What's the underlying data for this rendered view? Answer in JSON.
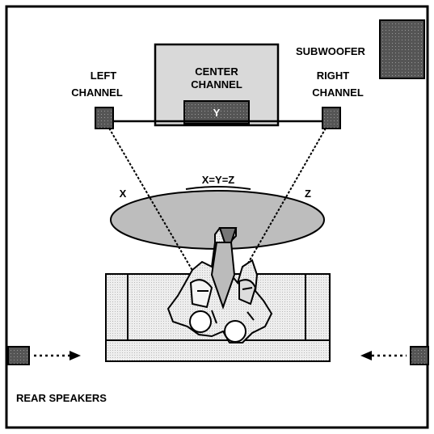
{
  "labels": {
    "center_line1": "CENTER",
    "center_line2": "CHANNEL",
    "center_speaker": "Y",
    "left_line1": "LEFT",
    "left_line2": "CHANNEL",
    "right_line1": "RIGHT",
    "right_line2": "CHANNEL",
    "subwoofer": "SUBWOOFER",
    "distance_x": "X",
    "distance_z": "Z",
    "equal_distance": "X=Y=Z",
    "rear_speakers": "REAR SPEAKERS"
  },
  "colors": {
    "outline": "#000000",
    "speaker_fill": "#4a4a4a",
    "tv_fill": "#d9d9d9",
    "zone_fill": "#bdbdbd",
    "sofa_fill": "#e6e6e6"
  }
}
